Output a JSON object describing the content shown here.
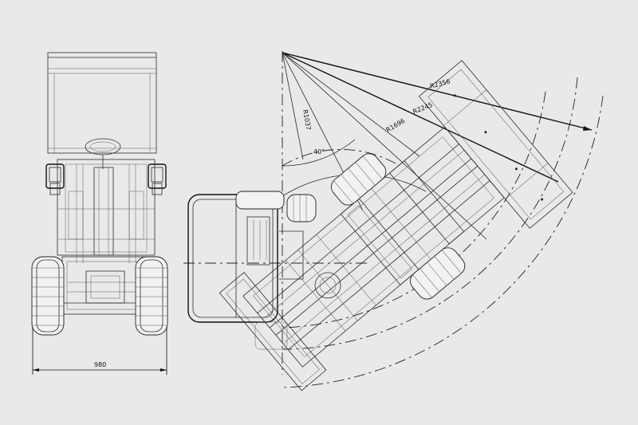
{
  "labels": {
    "width_dim": "980",
    "radius_outer": "R2356",
    "radius_mid": "R2245",
    "radius_inner": "R1696",
    "radius_vertical": "R1037",
    "angle": "40°"
  },
  "colors": {
    "background": "#e9e9e9",
    "line": "#2b2b2b"
  }
}
